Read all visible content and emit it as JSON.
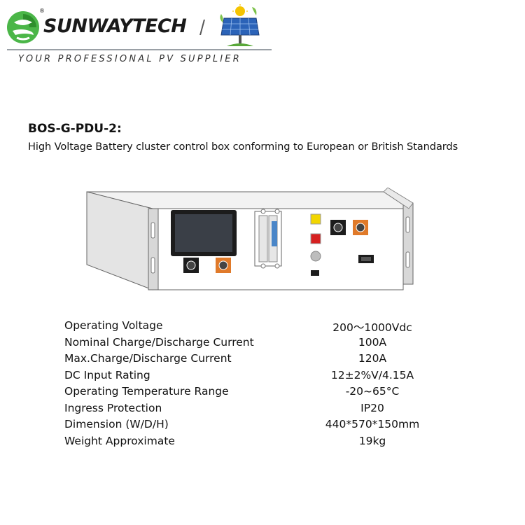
{
  "header": {
    "brand": "SUNWAYTECH",
    "registered_mark": "®",
    "tagline": "YOUR PROFESSIONAL PV SUPPLIER"
  },
  "product": {
    "code": "BOS-G-PDU-2:",
    "description": "High Voltage Battery cluster control box conforming to European or British Standards"
  },
  "specs": [
    {
      "label": "Operating Voltage",
      "value": "200～1000Vdc"
    },
    {
      "label": "Nominal Charge/Discharge Current",
      "value": "100A"
    },
    {
      "label": "Max.Charge/Discharge Current",
      "value": "120A"
    },
    {
      "label": "DC Input Rating",
      "value": "12±2%V/4.15A"
    },
    {
      "label": "Operating Temperature Range",
      "value": "-20~65°C"
    },
    {
      "label": "Ingress Protection",
      "value": "IP20"
    },
    {
      "label": "Dimension (W/D/H)",
      "value": "440*570*150mm"
    },
    {
      "label": "Weight Approximate",
      "value": "19kg"
    }
  ],
  "colors": {
    "logo_green": "#4bb648",
    "logo_dark": "#1a1a1a",
    "orange_terminal": "#e07a2a",
    "yellow_indicator": "#f2d600",
    "red_indicator": "#d62020"
  }
}
